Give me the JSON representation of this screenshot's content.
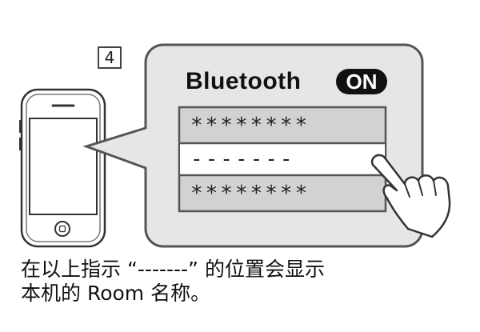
{
  "step_number": "4",
  "display": {
    "title": "Bluetooth",
    "status_badge": "ON",
    "rows": [
      {
        "text": "********"
      },
      {
        "text": "-------"
      },
      {
        "text": "********"
      }
    ]
  },
  "caption": {
    "line1": "在以上指示 “-------” 的位置会显示",
    "line2": "本机的 Room 名称。"
  },
  "colors": {
    "panel_bg": "#e6e6e6",
    "row_bg": "#d2d2d2",
    "selected_row_bg": "#ffffff",
    "outline": "#555555",
    "badge_bg": "#111111"
  },
  "icons": [
    "smartphone-icon",
    "home-button-icon",
    "pointing-hand-icon"
  ]
}
